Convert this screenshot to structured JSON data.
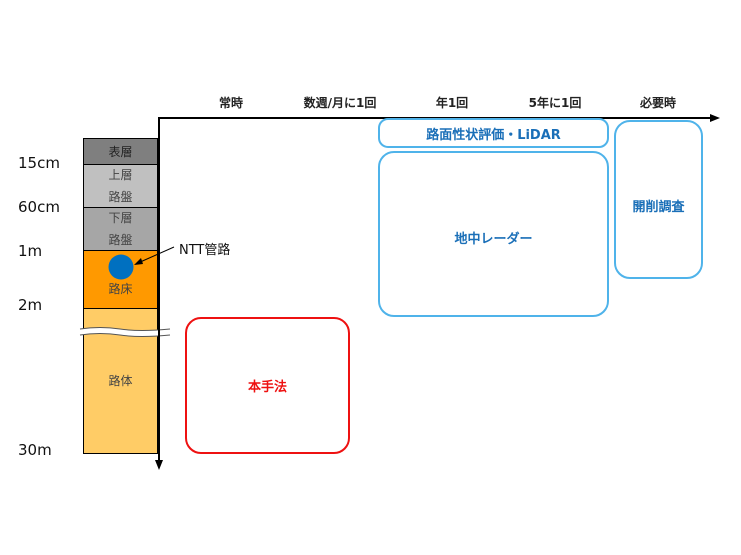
{
  "frequency_axis": [
    "常時",
    "数週/月に1回",
    "年1回",
    "5年に1回",
    "必要時"
  ],
  "depth_labels": [
    "15cm",
    "60cm",
    "1m",
    "2m",
    "30m"
  ],
  "layers": {
    "surface": "表層",
    "upper_base": [
      "上層",
      "路盤"
    ],
    "lower_base": [
      "下層",
      "路盤"
    ],
    "subgrade": "路床",
    "embankment": "路体"
  },
  "pipe_label": "NTT管路",
  "methods": {
    "lidar": "路面性状評価・LiDAR",
    "gpr": "地中レーダー",
    "excavation": "開削調査",
    "proposed": "本手法"
  },
  "colors": {
    "blue": "#4fb3ea",
    "red": "#ee1111",
    "pipe": "#0070c0",
    "subgrade": "#ff9900",
    "embankment": "#ffcc66"
  }
}
